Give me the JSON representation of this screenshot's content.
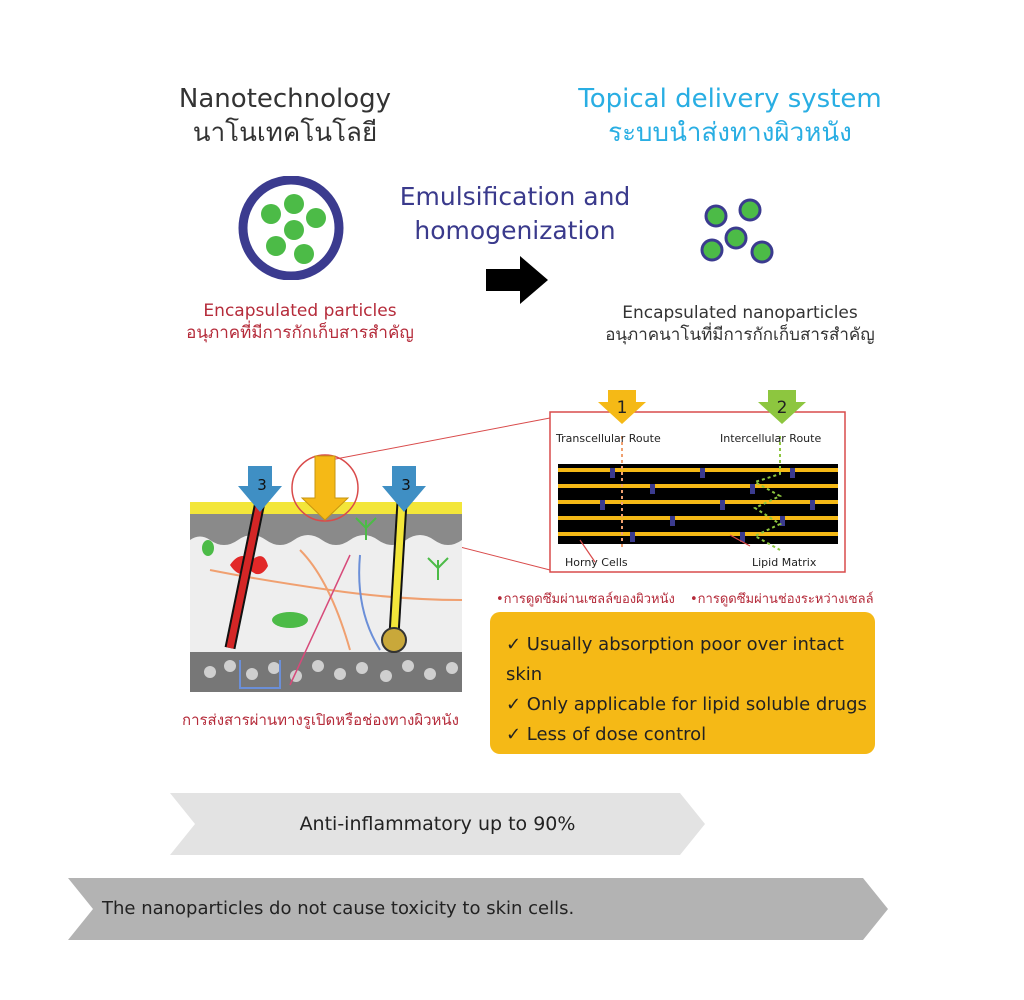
{
  "left_header": {
    "title_en": "Nanotechnology",
    "title_th": "นาโนเทคโนโลยี"
  },
  "right_header": {
    "title_en": "Topical delivery system",
    "title_th": "ระบบนำส่งทางผิวหนัง"
  },
  "process": {
    "line1": "Emulsification and",
    "line2": "homogenization"
  },
  "left_caption": {
    "en": "Encapsulated particles",
    "th": "อนุภาคที่มีการกักเก็บสารสำคัญ"
  },
  "right_caption": {
    "en": "Encapsulated nanoparticles",
    "th": "อนุภาคนาโนที่มีการกักเก็บสารสำคัญ"
  },
  "routes": {
    "route1_num": "1",
    "route1_label": "Transcellular Route",
    "route2_num": "2",
    "route2_label": "Intercellular Route",
    "route3_num": "3",
    "horny_cells": "Horny Cells",
    "lipid_matrix": "Lipid Matrix"
  },
  "thai_notes": {
    "transcellular": "•การดูดซึมผ่านเซลล์ของผิวหนัง",
    "intercellular": "•การดูดซึมผ่านช่องระหว่างเซลล์",
    "follicular": "การส่งสารผ่านทางรูเปิดหรือช่องทางผิวหนัง"
  },
  "callout_items": [
    "✓ Usually absorption poor over intact skin",
    "✓ Only applicable for lipid soluble drugs",
    "✓ Less of dose control"
  ],
  "banner1": "Anti-inflammatory up to 90%",
  "banner2": "The nanoparticles do not cause toxicity to skin cells.",
  "colors": {
    "particle_green": "#4cbb47",
    "ring_navy": "#3b3b8f",
    "arrow_yellow": "#f5b916",
    "arrow_green": "#8dc63f",
    "arrow_blue": "#3f8fc4",
    "banner_light": "#e3e3e3",
    "banner_dark": "#b3b3b3"
  }
}
